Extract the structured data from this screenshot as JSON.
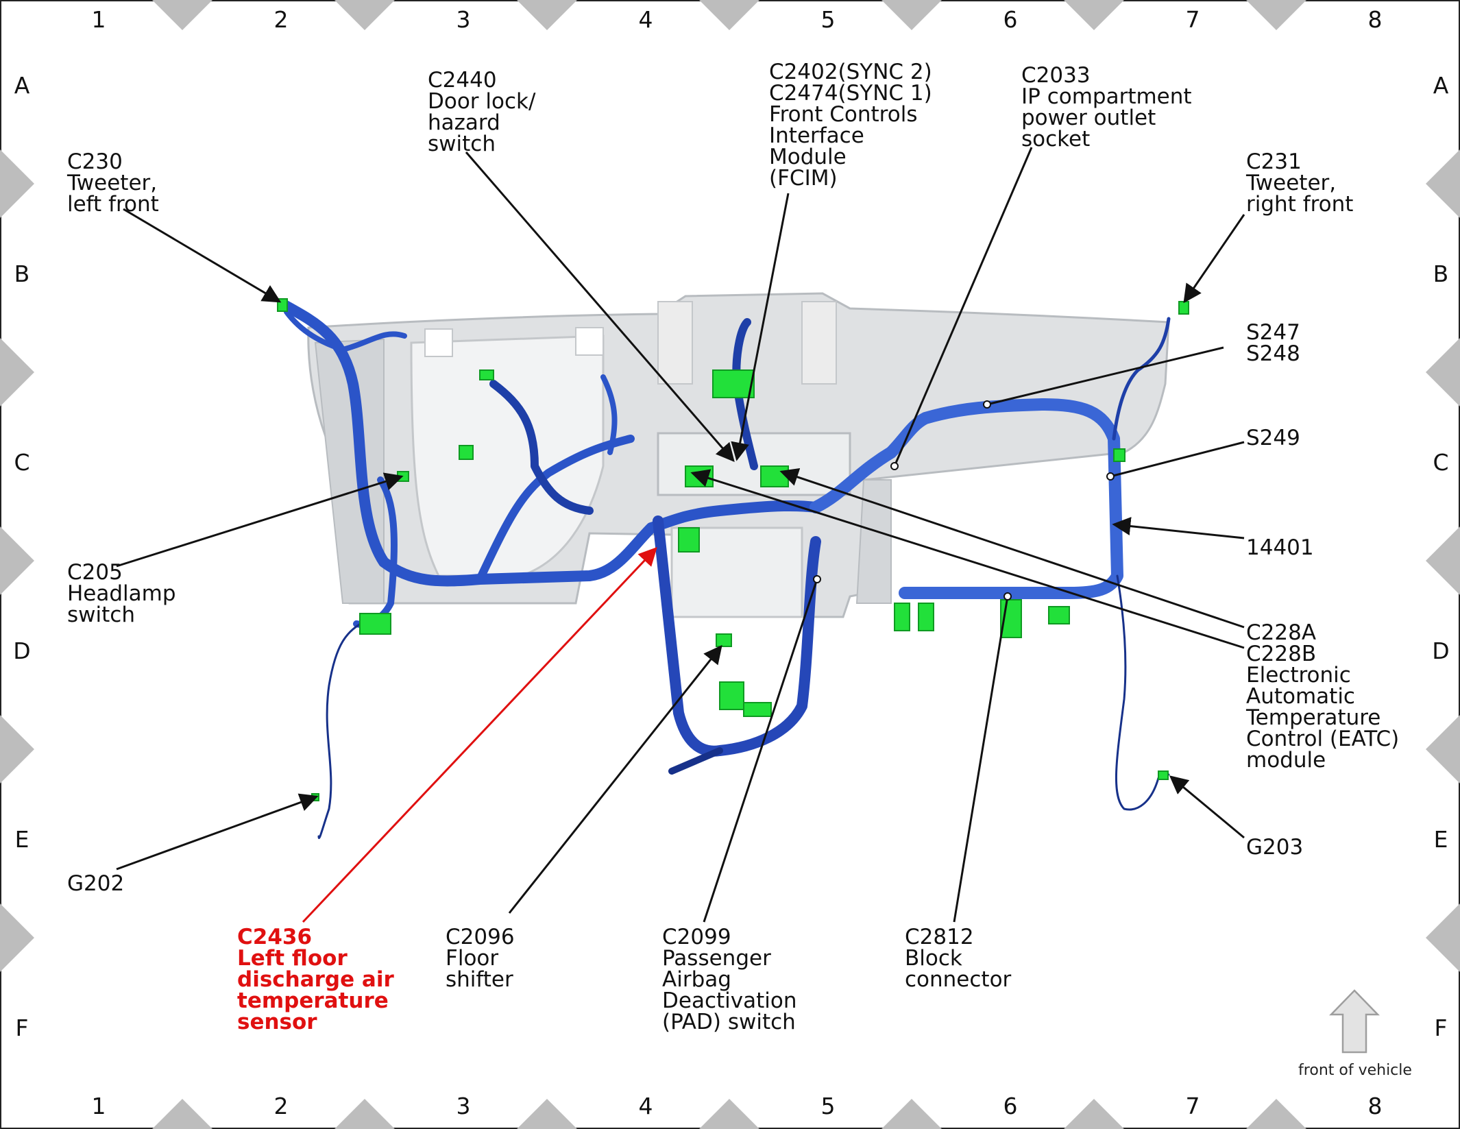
{
  "grid": {
    "columns": [
      "1",
      "2",
      "3",
      "4",
      "5",
      "6",
      "7",
      "8"
    ],
    "rows": [
      "A",
      "B",
      "C",
      "D",
      "E",
      "F"
    ]
  },
  "legend": {
    "front_of_vehicle": "front of vehicle"
  },
  "colors": {
    "harness": "#2b54c8",
    "harness_dark": "#17318a",
    "connector": "#22e03a",
    "highlight": "#e01010",
    "panel": "#d9dcdf"
  },
  "callouts": [
    {
      "id": "c230",
      "lines": [
        "C230",
        "Tweeter,",
        "left front"
      ]
    },
    {
      "id": "c2440",
      "lines": [
        "C2440",
        "Door lock/",
        "hazard",
        "switch"
      ]
    },
    {
      "id": "c2402",
      "lines": [
        "C2402(SYNC 2)",
        "C2474(SYNC 1)",
        "Front Controls",
        "Interface",
        "Module",
        "(FCIM)"
      ]
    },
    {
      "id": "c2033",
      "lines": [
        "C2033",
        "IP compartment",
        "power outlet",
        "socket"
      ]
    },
    {
      "id": "c231",
      "lines": [
        "C231",
        "Tweeter,",
        "right front"
      ]
    },
    {
      "id": "s247",
      "lines": [
        "S247",
        "S248"
      ]
    },
    {
      "id": "s249",
      "lines": [
        "S249"
      ]
    },
    {
      "id": "h14401",
      "lines": [
        "14401"
      ]
    },
    {
      "id": "c205",
      "lines": [
        "C205",
        "Headlamp",
        "switch"
      ]
    },
    {
      "id": "c228",
      "lines": [
        "C228A",
        "C228B",
        "Electronic",
        "Automatic",
        "Temperature",
        "Control (EATC)",
        "module"
      ]
    },
    {
      "id": "g202",
      "lines": [
        "G202"
      ]
    },
    {
      "id": "g203",
      "lines": [
        "G203"
      ]
    },
    {
      "id": "c2436",
      "lines": [
        "C2436",
        "Left floor",
        "discharge air",
        "temperature",
        "sensor"
      ],
      "highlight": true
    },
    {
      "id": "c2096",
      "lines": [
        "C2096",
        "Floor",
        "shifter"
      ]
    },
    {
      "id": "c2099",
      "lines": [
        "C2099",
        "Passenger",
        "Airbag",
        "Deactivation",
        "(PAD) switch"
      ]
    },
    {
      "id": "c2812",
      "lines": [
        "C2812",
        "Block",
        "connector"
      ]
    }
  ]
}
